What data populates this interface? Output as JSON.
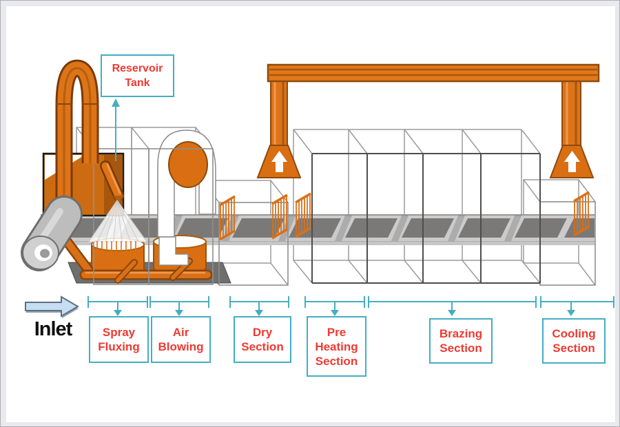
{
  "diagram": {
    "annotations": {
      "reservoir_tank": "Reservoir Tank",
      "inlet": "Inlet"
    },
    "sections": [
      {
        "id": "spray-fluxing",
        "label": "Spray Fluxing"
      },
      {
        "id": "air-blowing",
        "label": "Air Blowing"
      },
      {
        "id": "dry-section",
        "label": "Dry Section"
      },
      {
        "id": "pre-heating-section",
        "label": "Pre Heating Section"
      },
      {
        "id": "brazing-section",
        "label": "Brazing Section"
      },
      {
        "id": "cooling-section",
        "label": "Cooling Section"
      }
    ],
    "icons": [
      {
        "name": "up-arrow-icon"
      },
      {
        "name": "inlet-arrow-icon"
      },
      {
        "name": "down-arrow-icon"
      }
    ],
    "colors": {
      "machine_orange": "#DD7418",
      "outline_brown": "#8F4A0C",
      "label_border_teal": "#43AEC2",
      "dimension_teal": "#45AEBE",
      "label_text_red": "#EE3A31",
      "belt_gray": "#ACACAC",
      "tray_gray": "#7B7977",
      "inlet_arrow_blue": "#C6DEF1"
    }
  }
}
